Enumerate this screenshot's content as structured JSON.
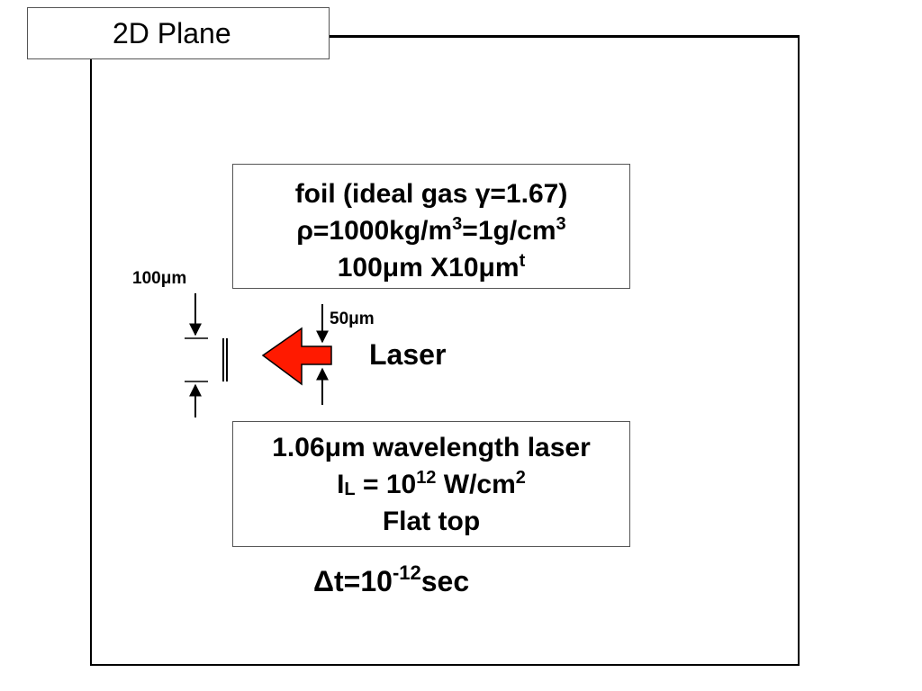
{
  "tab": {
    "label": "2D Plane"
  },
  "foil_box": {
    "line1": "foil (ideal gas γ=1.67)",
    "line2_a": "ρ=1000kg/m",
    "line2_sup1": "3",
    "line2_b": "=1g/cm",
    "line2_sup2": "3",
    "line3_a": "100μm X10μm",
    "line3_sup": "t"
  },
  "laser_box": {
    "line1": "1.06μm wavelength laser",
    "line2_a": "I",
    "line2_sub": "L",
    "line2_b": " = 10",
    "line2_sup1": "12",
    "line2_c": " W/cm",
    "line2_sup2": "2",
    "line3": "Flat top"
  },
  "labels": {
    "foil_height": "100μm",
    "spot_size": "50μm",
    "laser": "Laser",
    "dt_a": "Δt=10",
    "dt_sup": "-12",
    "dt_b": "sec"
  },
  "colors": {
    "arrow": "#ff1a00",
    "line": "#000000",
    "border": "#555555"
  }
}
